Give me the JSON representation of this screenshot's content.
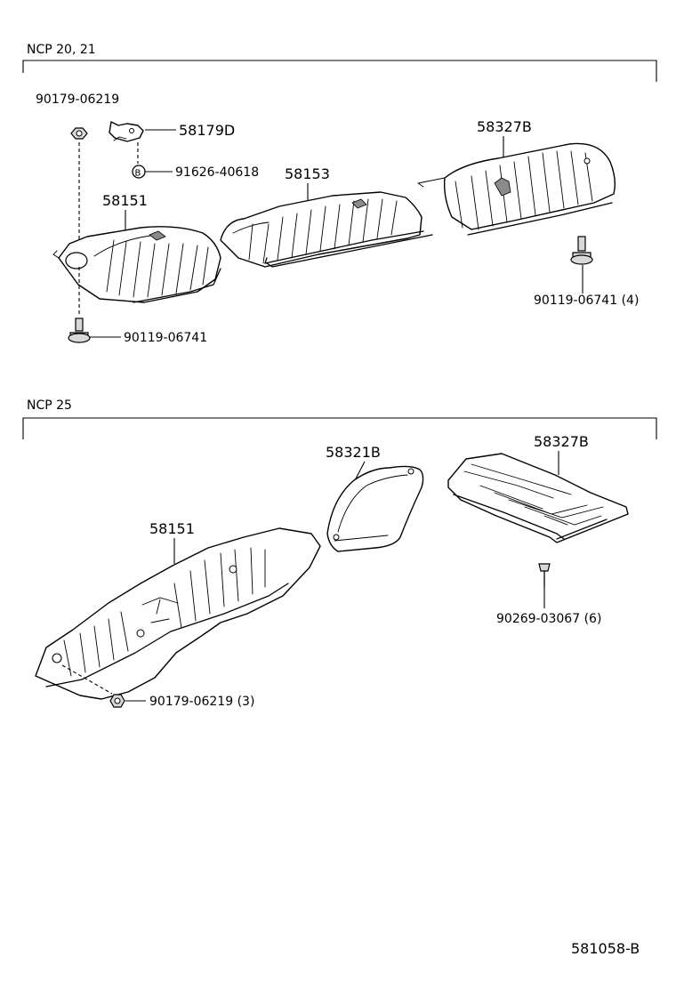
{
  "sections": {
    "top": {
      "label": "NCP 20, 21"
    },
    "bottom": {
      "label": "NCP 25"
    }
  },
  "parts_top": {
    "nut_top": "90179-06219",
    "bracket": "58179D",
    "bolt_small": "91626-40618",
    "shield_center": "58153",
    "shield_left": "58151",
    "shield_right": "58327B",
    "bolt_right": "90119-06741 (4)",
    "bolt_left": "90119-06741"
  },
  "parts_bottom": {
    "shield_small": "58321B",
    "shield_plate": "58327B",
    "shield_manifold": "58151",
    "clip": "90269-03067 (6)",
    "nut": "90179-06219 (3)"
  },
  "diagram_code": "581058-B"
}
